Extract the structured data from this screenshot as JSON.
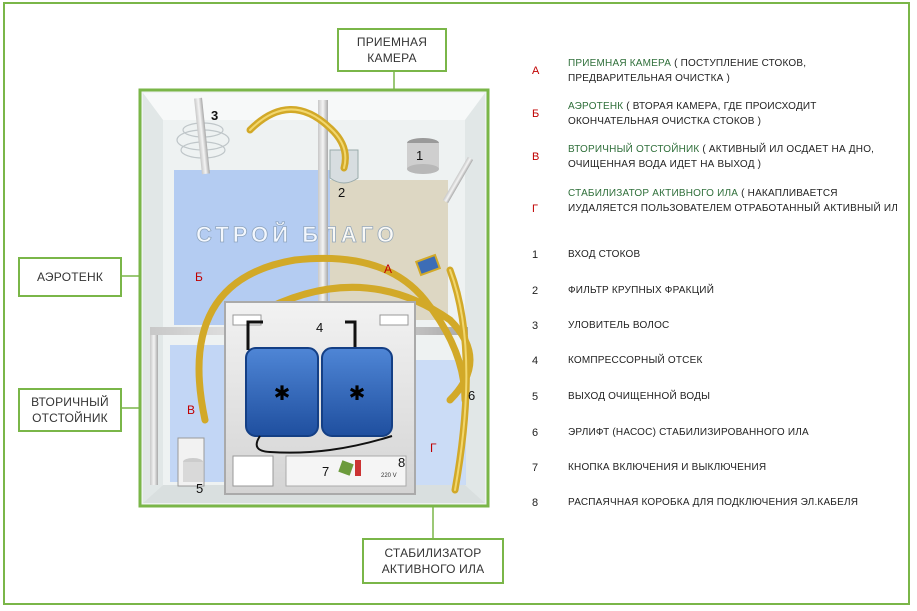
{
  "callouts": {
    "priemnaya": "ПРИЕМНАЯ\nКАМЕРА",
    "aerotenk": "АЭРОТЕНК",
    "otstoynik": "ВТОРИЧНЫЙ\nОТСТОЙНИК",
    "stabilizator": "СТАБИЛИЗАТОР\nАКТИВНОГО ИЛА"
  },
  "watermark": "СТРОЙ БЛАГО",
  "diagram_labels": {
    "a": "А",
    "b": "Б",
    "v": "В",
    "g": "Г",
    "n1": "1",
    "n2": "2",
    "n3": "3",
    "n4": "4",
    "n5": "5",
    "n6": "6",
    "n7": "7",
    "n8": "8",
    "voltage": "220 V"
  },
  "legend": [
    {
      "key": "А",
      "title": "ПРИЕМНАЯ КАМЕРА",
      "rest": " ( ПОСТУПЛЕНИЕ СТОКОВ, ПРЕДВАРИТЕЛЬНАЯ ОЧИСТКА )"
    },
    {
      "key": "Б",
      "title": "АЭРОТЕНК",
      "rest": " ( ВТОРАЯ КАМЕРА, ГДЕ ПРОИСХОДИТ ОКОНЧАТЕЛЬНАЯ ОЧИСТКА СТОКОВ )"
    },
    {
      "key": "В",
      "title": "ВТОРИЧНЫЙ ОТСТОЙНИК",
      "rest": " ( АКТИВНЫЙ ИЛ ОСДАЕТ НА ДНО, ОЧИЩЕННАЯ ВОДА ИДЕТ НА ВЫХОД )"
    },
    {
      "key": "Г",
      "title": "СТАБИЛИЗАТОР АКТИВНОГО ИЛА",
      "rest": " ( НАКАПЛИВАЕТСЯ ИУДАЛЯЕТСЯ ПОЛЬЗОВАТЕЛЕМ ОТРАБОТАННЫЙ АКТИВНЫЙ ИЛ"
    },
    {
      "key": "1",
      "title": "",
      "rest": "ВХОД СТОКОВ"
    },
    {
      "key": "2",
      "title": "",
      "rest": "ФИЛЬТР КРУПНЫХ ФРАКЦИЙ"
    },
    {
      "key": "3",
      "title": "",
      "rest": "УЛОВИТЕЛЬ ВОЛОС"
    },
    {
      "key": "4",
      "title": "",
      "rest": "КОМПРЕССОРНЫЙ ОТСЕК"
    },
    {
      "key": "5",
      "title": "",
      "rest": "ВЫХОД ОЧИЩЕННОЙ ВОДЫ"
    },
    {
      "key": "6",
      "title": "",
      "rest": "ЭРЛИФТ (НАСОС) СТАБИЛИЗИРОВАННОГО ИЛА"
    },
    {
      "key": "7",
      "title": "",
      "rest": "КНОПКА ВКЛЮЧЕНИЯ И ВЫКЛЮЧЕНИЯ"
    },
    {
      "key": "8",
      "title": "",
      "rest": "РАСПАЯЧНАЯ КОРОБКА ДЛЯ ПОДКЛЮЧЕНИЯ ЭЛ.КАБЕЛЯ"
    }
  ]
}
